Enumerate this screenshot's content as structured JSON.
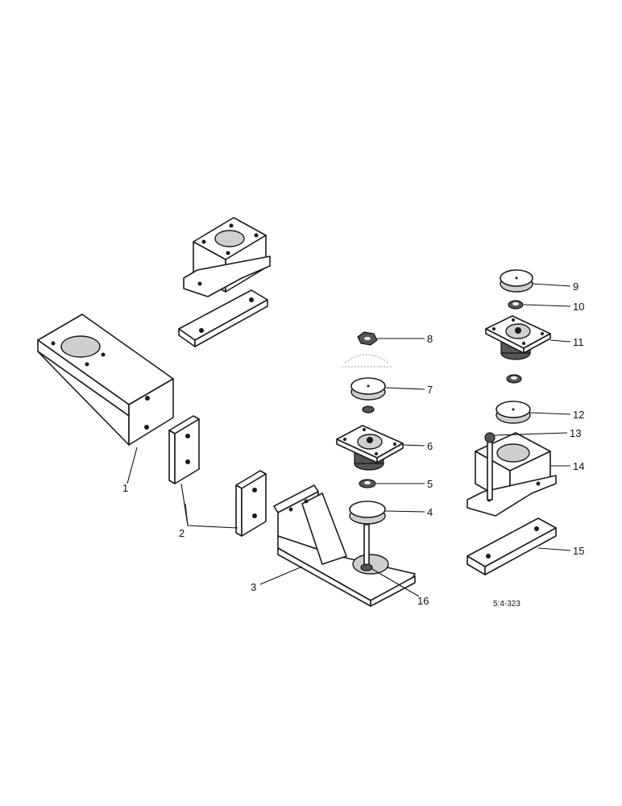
{
  "diagram": {
    "reference_code": "5:4-323",
    "callouts": [
      {
        "id": "1",
        "label": "1"
      },
      {
        "id": "2",
        "label": "2"
      },
      {
        "id": "3",
        "label": "3"
      },
      {
        "id": "4",
        "label": "4"
      },
      {
        "id": "5",
        "label": "5"
      },
      {
        "id": "6",
        "label": "6"
      },
      {
        "id": "7",
        "label": "7"
      },
      {
        "id": "8",
        "label": "8"
      },
      {
        "id": "9",
        "label": "9"
      },
      {
        "id": "10",
        "label": "10"
      },
      {
        "id": "11",
        "label": "11"
      },
      {
        "id": "12",
        "label": "12"
      },
      {
        "id": "13",
        "label": "13"
      },
      {
        "id": "14",
        "label": "14"
      },
      {
        "id": "15",
        "label": "15"
      },
      {
        "id": "16",
        "label": "16"
      }
    ]
  }
}
